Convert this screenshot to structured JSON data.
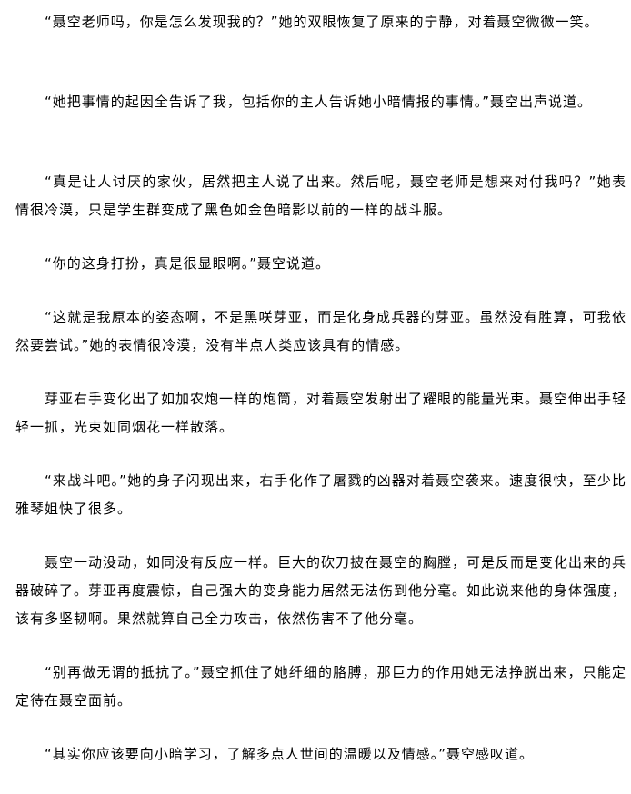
{
  "paragraphs": [
    "“聂空老师吗，你是怎么发现我的？”她的双眼恢复了原来的宁静，对着聂空微微一笑。",
    "“她把事情的起因全告诉了我，包括你的主人告诉她小暗情报的事情。”聂空出声说道。",
    "“真是让人讨厌的家伙，居然把主人说了出来。然后呢，聂空老师是想来对付我吗？”她表情很冷漠，只是学生群变成了黑色如金色暗影以前的一样的战斗服。",
    "“你的这身打扮，真是很显眼啊。”聂空说道。",
    "“这就是我原本的姿态啊，不是黑咲芽亚，而是化身成兵器的芽亚。虽然没有胜算，可我依然要尝试。”她的表情很冷漠，没有半点人类应该具有的情感。",
    "芽亚右手变化出了如加农炮一样的炮筒，对着聂空发射出了耀眼的能量光束。聂空伸出手轻轻一抓，光束如同烟花一样散落。",
    "“来战斗吧。”她的身子闪现出来，右手化作了屠戮的凶器对着聂空袭来。速度很快，至少比雅琴姐快了很多。",
    "聂空一动没动，如同没有反应一样。巨大的砍刀披在聂空的胸膛，可是反而是变化出来的兵器破碎了。芽亚再度震惊，自己强大的变身能力居然无法伤到他分毫。如此说来他的身体强度，该有多坚韧啊。果然就算自己全力攻击，依然伤害不了他分毫。",
    "“别再做无谓的抵抗了。”聂空抓住了她纤细的胳膊，那巨力的作用她无法挣脱出来，只能定定待在聂空面前。",
    "“其实你应该要向小暗学习，了解多点人世间的温暖以及情感。”聂空感叹道。"
  ]
}
